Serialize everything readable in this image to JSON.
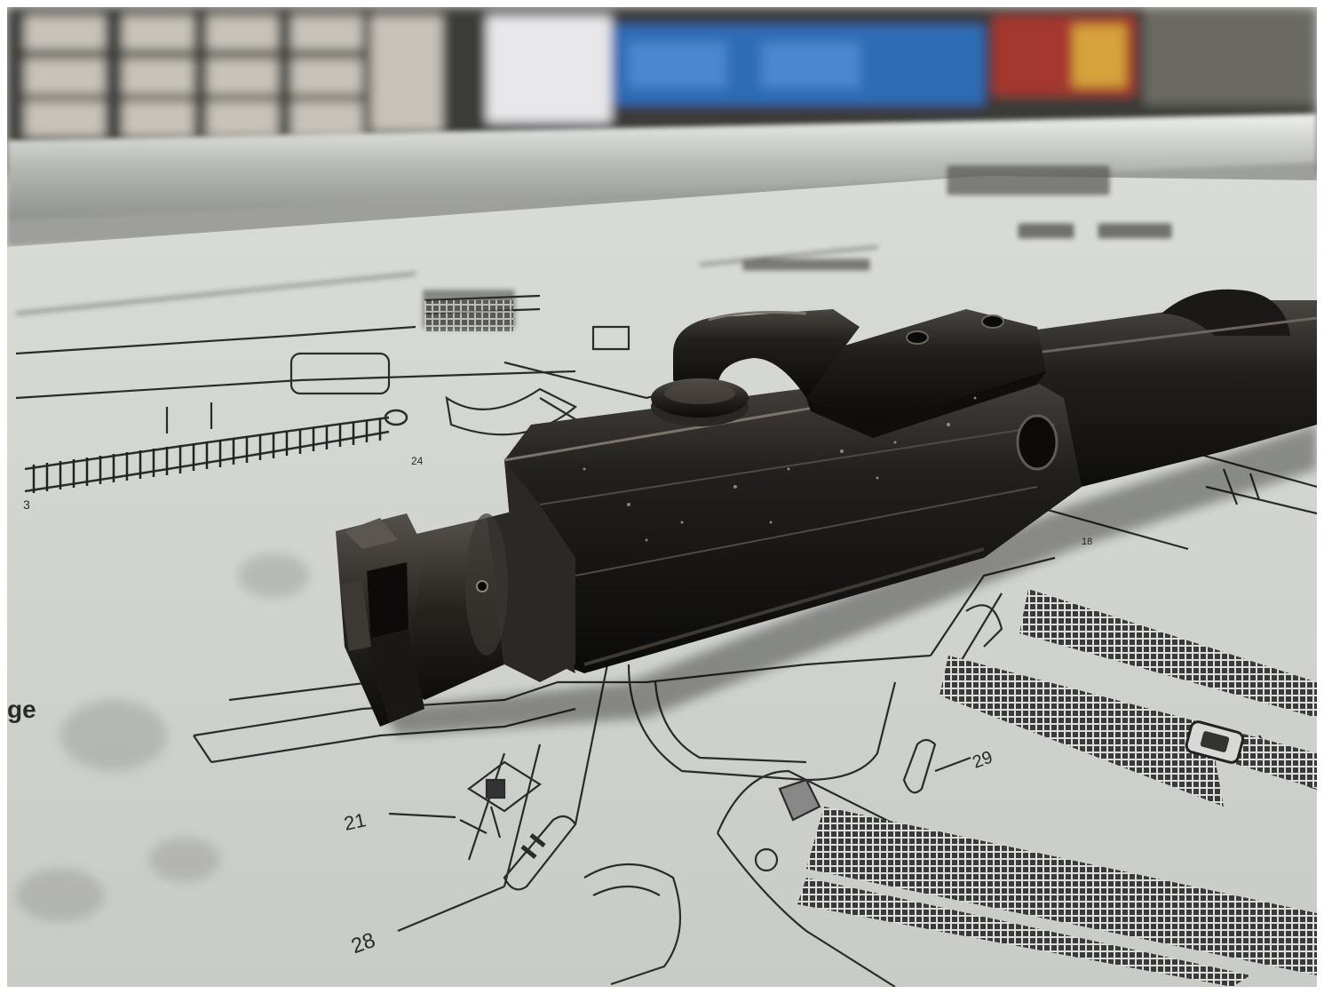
{
  "photo": {
    "subject": "bolt-carrier-group",
    "setting": "workbench-mat-with-exploded-parts-diagram"
  },
  "mat_labels": {
    "edge_text": "ge",
    "part_3": "3",
    "part_21": "21",
    "part_28": "28",
    "part_29": "29",
    "part_24": "24",
    "part_18": "18"
  },
  "colors": {
    "mat": "#d6d8d5",
    "ink": "#2b2b2b",
    "metal": "#1c1b1a",
    "shelf": "#b9bab6",
    "boxes_blue": "#2f6db5"
  }
}
